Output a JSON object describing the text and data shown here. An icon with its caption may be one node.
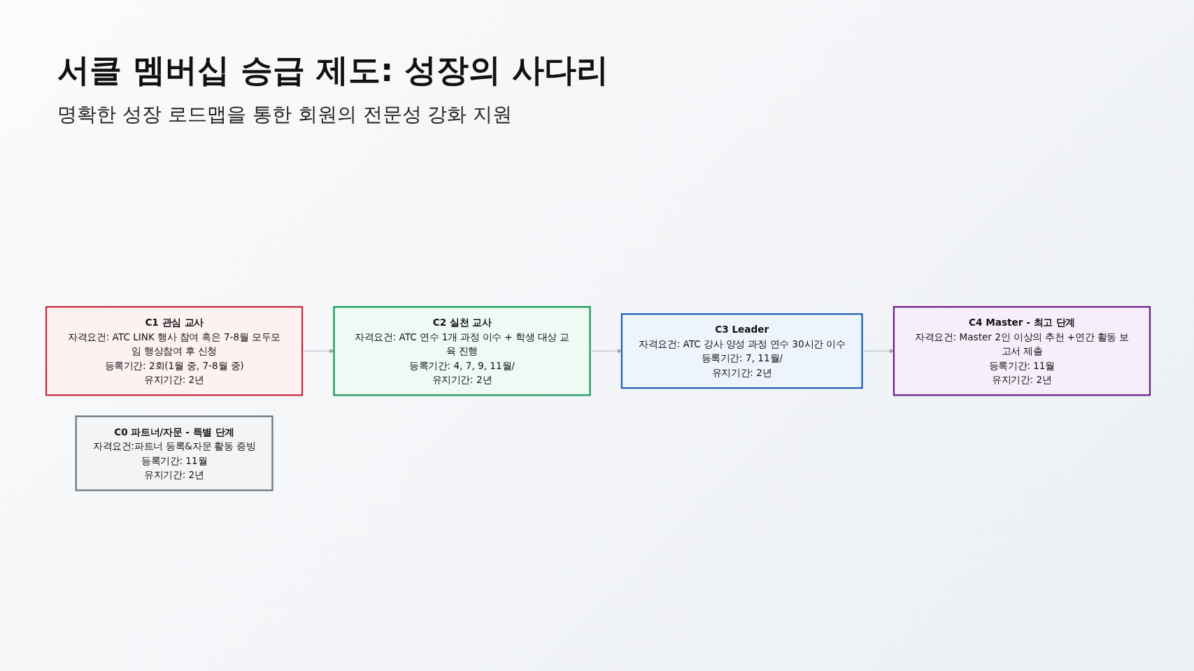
{
  "diagram": {
    "title": "서클 멤버십 승급 제도: 성장의 사다리",
    "caption": "명확한 성장 로드맵을 통한 회원의 전문성 강화 지원",
    "nodes": [
      {
        "text": [
          "C1 관심 교사",
          "자격요건: ATC LINK 행사 참여 혹은 7-8월 모두모임 행상참여 후 신청",
          "등록기간: 2회(1월 중, 7-8월 중)",
          "유지기간: 2년"
        ]
      },
      {
        "text": [
          "C2 실천 교사",
          "자격요건: ATC 연수 1개 과정 이수 + 학생 대상 교육 진행",
          "등록기간: 4, 7, 9, 11월/",
          "유지기간: 2년"
        ]
      },
      {
        "text": [
          "C3 Leader",
          "자격요건: ATC 강사 양성 과정 연수 30시간 이수",
          "등록기간: 7, 11월/",
          "유지기간: 2년"
        ]
      },
      {
        "text": [
          "C4 Master - 최고 단계",
          "자격요건: Master 2인 이상의 추천 +연간 활동 보고서 제출",
          "등록기간: 11월",
          "유지기간: 2년"
        ]
      },
      {
        "text": [
          "C0 파트너/자문 - 특별 단계",
          "자격요건:파트너 등록&자문 활동 증빙",
          "등록기간: 11월",
          "유지기간: 2년"
        ]
      }
    ],
    "edges": [
      {
        "from": 0,
        "to": 1,
        "arrow": "to",
        "style": "dashed"
      },
      {
        "from": 1,
        "to": 2,
        "arrow": "to",
        "style": "dashed"
      },
      {
        "from": 2,
        "to": 3,
        "arrow": "to",
        "style": "dashed"
      }
    ]
  }
}
